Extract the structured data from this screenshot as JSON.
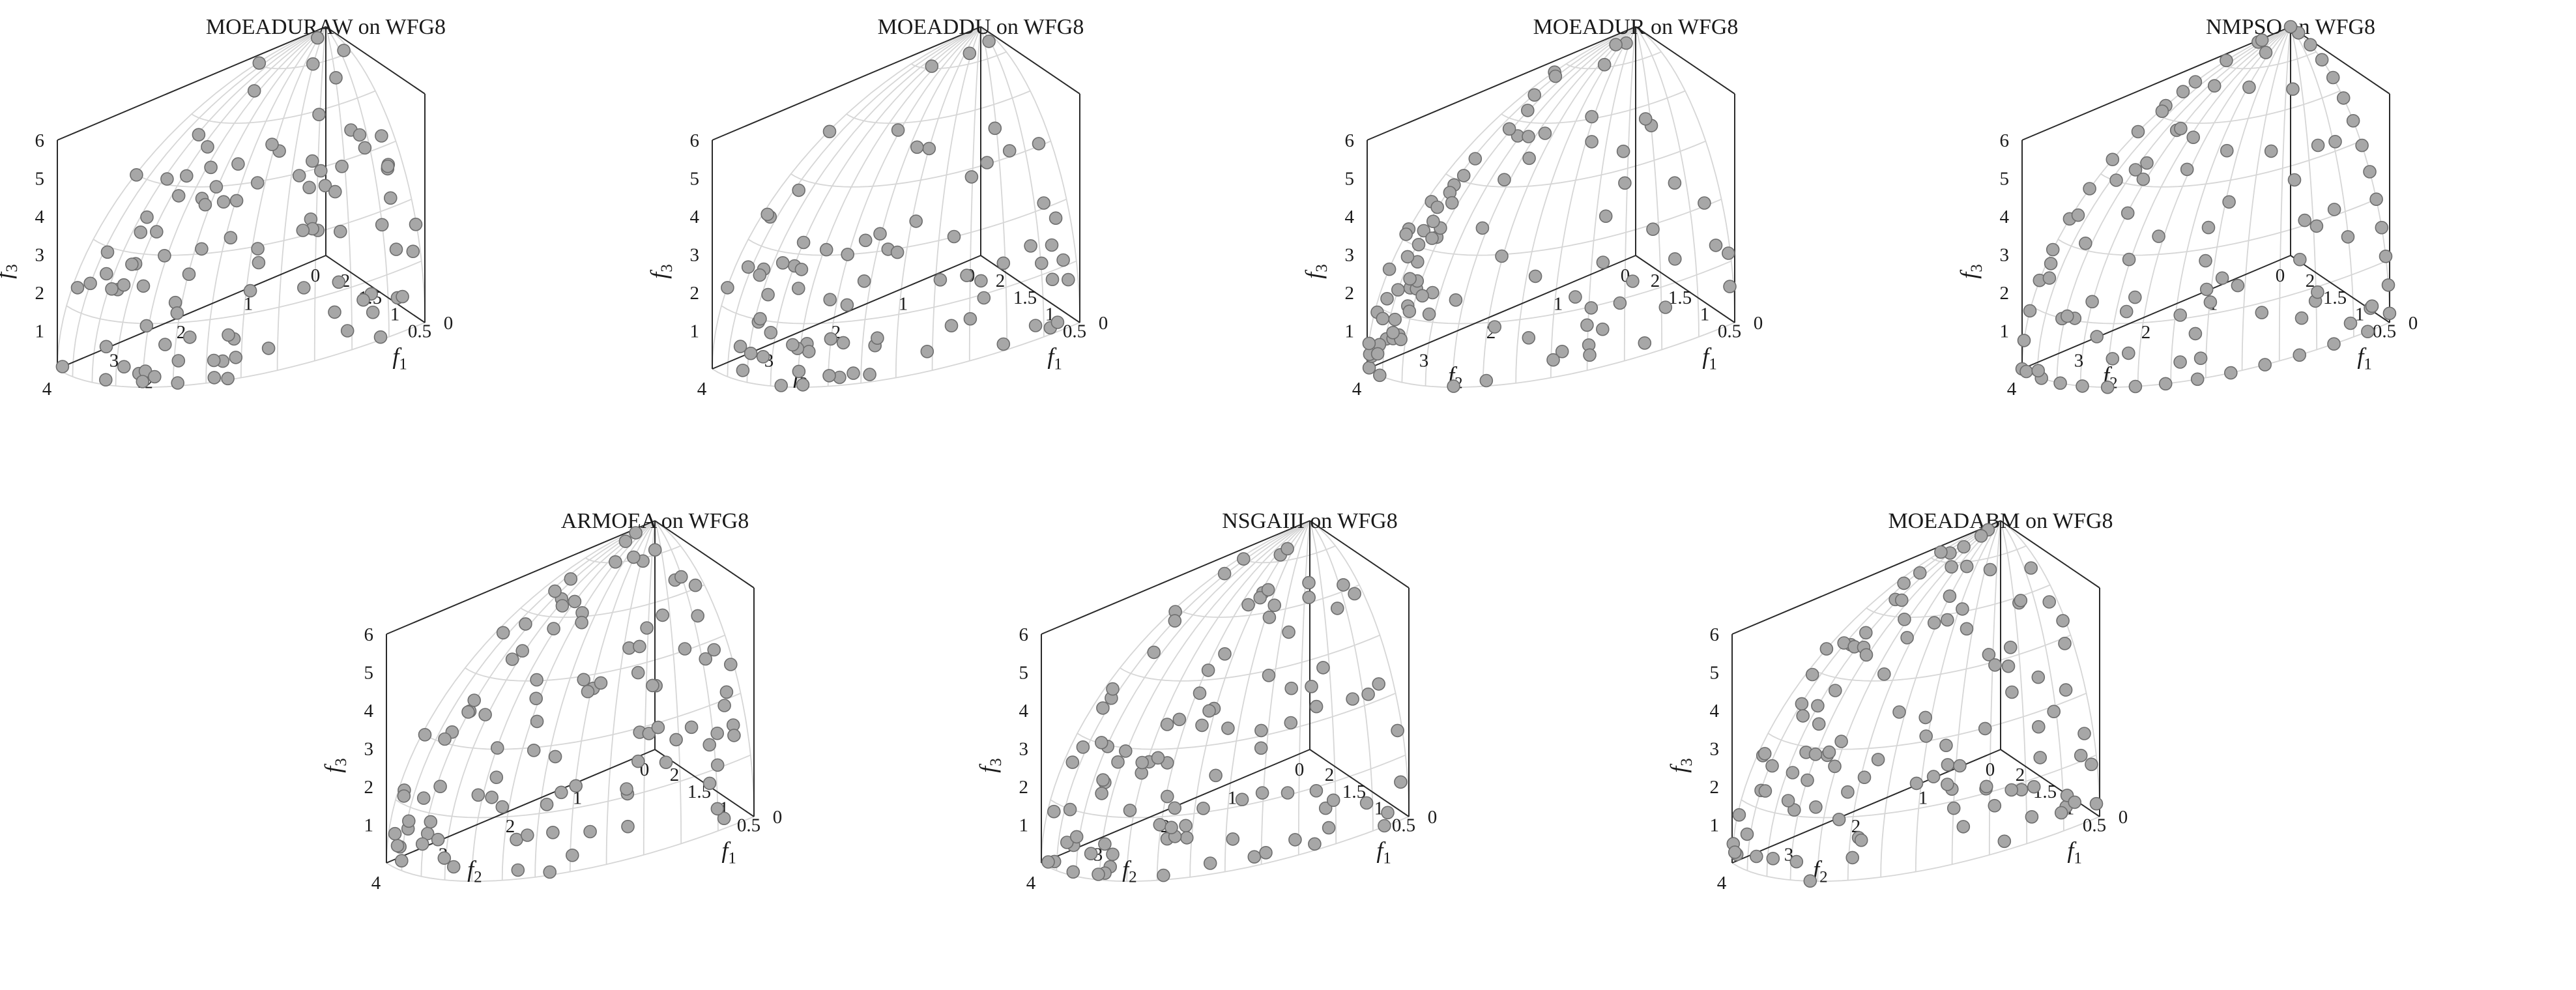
{
  "chart_data": [
    {
      "type": "scatter",
      "title": "MOEADURAW on WFG8",
      "xlabel": "f1",
      "ylabel": "f2",
      "zlabel": "f3",
      "xlim": [
        0,
        2
      ],
      "ylim": [
        0,
        4
      ],
      "zlim": [
        0,
        6
      ],
      "x_ticks": [
        "0.5",
        "1",
        "1.5",
        "2"
      ],
      "y_ticks": [
        "0",
        "1",
        "2",
        "3",
        "4"
      ],
      "z_ticks": [
        "1",
        "2",
        "3",
        "4",
        "5",
        "6"
      ],
      "x_zero_tick": "0",
      "grid": true,
      "marker_color": "#a7a7a7",
      "points": [],
      "distribution": {
        "count": 100,
        "ordering": "uniform",
        "f1_max": 2,
        "f2_max": 4,
        "f3_max": 6
      }
    },
    {
      "type": "scatter",
      "title": "MOEADDU on WFG8",
      "xlabel": "f1",
      "ylabel": "f2",
      "zlabel": "f3",
      "xlim": [
        0,
        2
      ],
      "ylim": [
        0,
        4
      ],
      "zlim": [
        0,
        6
      ],
      "x_ticks": [
        "0.5",
        "1",
        "1.5",
        "2"
      ],
      "y_ticks": [
        "0",
        "1",
        "2",
        "3",
        "4"
      ],
      "z_ticks": [
        "1",
        "2",
        "3",
        "4",
        "5",
        "6"
      ],
      "x_zero_tick": "0",
      "grid": true,
      "marker_color": "#a7a7a7",
      "points": [],
      "distribution": {
        "count": 78,
        "ordering": "sparse",
        "f1_max": 2,
        "f2_max": 4,
        "f3_max": 6
      }
    },
    {
      "type": "scatter",
      "title": "MOEADUR on WFG8",
      "xlabel": "f1",
      "ylabel": "f2",
      "zlabel": "f3",
      "xlim": [
        0,
        2
      ],
      "ylim": [
        0,
        4
      ],
      "zlim": [
        0,
        6
      ],
      "x_ticks": [
        "0.5",
        "1",
        "1.5",
        "2"
      ],
      "y_ticks": [
        "0",
        "1",
        "2",
        "3",
        "4"
      ],
      "z_ticks": [
        "1",
        "2",
        "3",
        "4",
        "5",
        "6"
      ],
      "x_zero_tick": "0",
      "grid": true,
      "marker_color": "#a7a7a7",
      "points": [],
      "distribution": {
        "count": 92,
        "ordering": "clustered-near-f2",
        "f1_max": 2,
        "f2_max": 4,
        "f3_max": 6
      }
    },
    {
      "type": "scatter",
      "title": "NMPSO on WFG8",
      "xlabel": "f1",
      "ylabel": "f2",
      "zlabel": "f3",
      "xlim": [
        0,
        2
      ],
      "ylim": [
        0,
        4
      ],
      "zlim": [
        0,
        6
      ],
      "x_ticks": [
        "0.5",
        "1",
        "1.5",
        "2"
      ],
      "y_ticks": [
        "0",
        "1",
        "2",
        "3",
        "4"
      ],
      "z_ticks": [
        "1",
        "2",
        "3",
        "4",
        "5",
        "6"
      ],
      "x_zero_tick": "0",
      "grid": true,
      "marker_color": "#a7a7a7",
      "points": [],
      "distribution": {
        "count": 100,
        "ordering": "boundary-heavy",
        "f1_max": 2,
        "f2_max": 4,
        "f3_max": 6
      }
    },
    {
      "type": "scatter",
      "title": "ARMOEA on WFG8",
      "xlabel": "f1",
      "ylabel": "f2",
      "zlabel": "f3",
      "xlim": [
        0,
        2
      ],
      "ylim": [
        0,
        4
      ],
      "zlim": [
        0,
        6
      ],
      "x_ticks": [
        "0.5",
        "1",
        "1.5",
        "2"
      ],
      "y_ticks": [
        "0",
        "1",
        "2",
        "3",
        "4"
      ],
      "z_ticks": [
        "1",
        "2",
        "3",
        "4",
        "5",
        "6"
      ],
      "x_zero_tick": "0",
      "grid": true,
      "marker_color": "#a7a7a7",
      "points": [],
      "distribution": {
        "count": 100,
        "ordering": "uniform",
        "f1_max": 2,
        "f2_max": 4,
        "f3_max": 6
      }
    },
    {
      "type": "scatter",
      "title": "NSGAIII on WFG8",
      "xlabel": "f1",
      "ylabel": "f2",
      "zlabel": "f3",
      "xlim": [
        0,
        2
      ],
      "ylim": [
        0,
        4
      ],
      "zlim": [
        0,
        6
      ],
      "x_ticks": [
        "0.5",
        "1",
        "1.5",
        "2"
      ],
      "y_ticks": [
        "0",
        "1",
        "2",
        "3",
        "4"
      ],
      "z_ticks": [
        "1",
        "2",
        "3",
        "4",
        "5",
        "6"
      ],
      "x_zero_tick": "0",
      "grid": true,
      "marker_color": "#a7a7a7",
      "points": [],
      "distribution": {
        "count": 100,
        "ordering": "uniform",
        "f1_max": 2,
        "f2_max": 4,
        "f3_max": 6
      }
    },
    {
      "type": "scatter",
      "title": "MOEADABM on WFG8",
      "xlabel": "f1",
      "ylabel": "f2",
      "zlabel": "f3",
      "xlim": [
        0,
        2
      ],
      "ylim": [
        0,
        4
      ],
      "zlim": [
        0,
        6
      ],
      "x_ticks": [
        "0.5",
        "1",
        "1.5",
        "2"
      ],
      "y_ticks": [
        "0",
        "1",
        "2",
        "3",
        "4"
      ],
      "z_ticks": [
        "1",
        "2",
        "3",
        "4",
        "5",
        "6"
      ],
      "x_zero_tick": "0",
      "grid": true,
      "marker_color": "#a7a7a7",
      "points": [],
      "distribution": {
        "count": 110,
        "ordering": "dense",
        "f1_max": 2,
        "f2_max": 4,
        "f3_max": 6
      }
    }
  ]
}
